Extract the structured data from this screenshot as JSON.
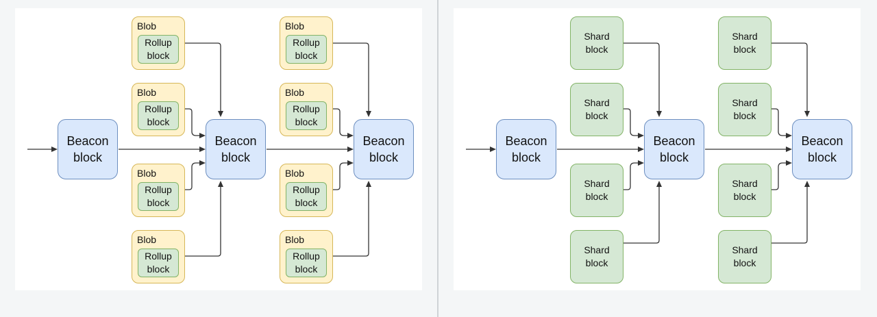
{
  "left_panel": {
    "beacons": [
      {
        "label": "Beacon block"
      },
      {
        "label": "Beacon block"
      },
      {
        "label": "Beacon block"
      }
    ],
    "blobs": [
      {
        "label": "Blob",
        "inner": "Rollup block"
      },
      {
        "label": "Blob",
        "inner": "Rollup block"
      },
      {
        "label": "Blob",
        "inner": "Rollup block"
      },
      {
        "label": "Blob",
        "inner": "Rollup block"
      },
      {
        "label": "Blob",
        "inner": "Rollup block"
      },
      {
        "label": "Blob",
        "inner": "Rollup block"
      },
      {
        "label": "Blob",
        "inner": "Rollup block"
      },
      {
        "label": "Blob",
        "inner": "Rollup block"
      }
    ]
  },
  "right_panel": {
    "beacons": [
      {
        "label": "Beacon block"
      },
      {
        "label": "Beacon block"
      },
      {
        "label": "Beacon block"
      }
    ],
    "shards": [
      {
        "label": "Shard block"
      },
      {
        "label": "Shard block"
      },
      {
        "label": "Shard block"
      },
      {
        "label": "Shard block"
      },
      {
        "label": "Shard block"
      },
      {
        "label": "Shard block"
      },
      {
        "label": "Shard block"
      },
      {
        "label": "Shard block"
      }
    ]
  },
  "colors": {
    "beacon_fill": "#dae8fc",
    "beacon_stroke": "#6c8ebf",
    "blob_fill": "#fff2cc",
    "blob_stroke": "#d6b656",
    "green_fill": "#d5e8d4",
    "green_stroke": "#82b366",
    "edge": "#333333"
  }
}
